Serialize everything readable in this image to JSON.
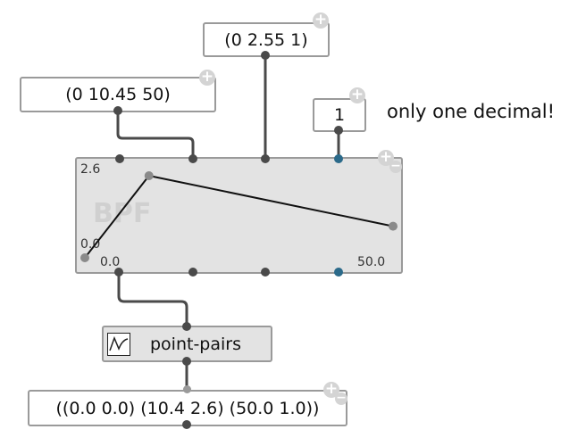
{
  "boxes": {
    "x_points": {
      "value": "(0 10.45 50)"
    },
    "y_points": {
      "value": "(0 2.55 1)"
    },
    "decimals": {
      "value": "1"
    },
    "result": {
      "value": "((0.0 0.0) (10.4 2.6) (50.0 1.0))"
    }
  },
  "comment": {
    "text": "only one decimal!"
  },
  "bpf": {
    "watermark": "BPF",
    "y_max_label": "2.6",
    "y_min_label": "0.0",
    "x_min_label": "0.0",
    "x_max_label": "50.0",
    "points": [
      {
        "x": 0.0,
        "y": 0.0
      },
      {
        "x": 10.4,
        "y": 2.6
      },
      {
        "x": 50.0,
        "y": 1.0
      }
    ]
  },
  "function": {
    "label": "point-pairs",
    "icon": "bpf-curve-icon"
  },
  "icons": {
    "add": "+",
    "remove": "−"
  },
  "colors": {
    "wire": "#4a4a4a",
    "outlet_dark": "#4a4a4a",
    "outlet_blue": "#2b6a8a",
    "box_fill": "#e3e3e3"
  }
}
